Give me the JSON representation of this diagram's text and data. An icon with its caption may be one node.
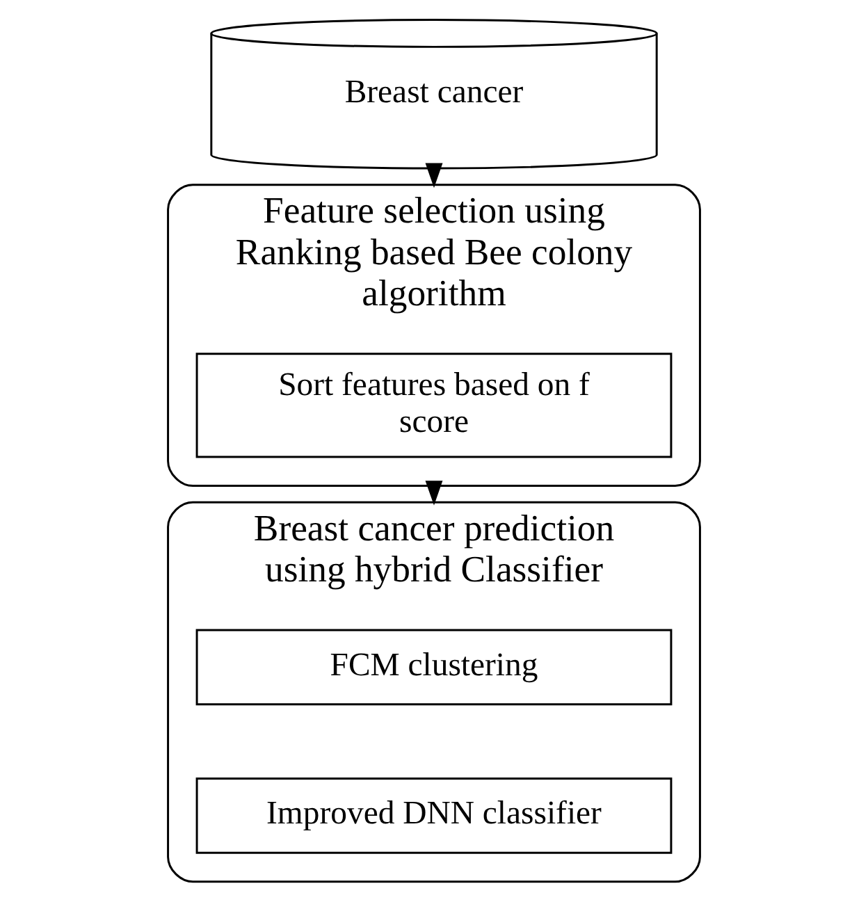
{
  "diagram": {
    "nodes": [
      {
        "text": [
          "Breast cancer"
        ]
      },
      {
        "text": [
          "Feature selection using Ranking based Bee colony algorithm"
        ]
      },
      {
        "text": [
          "Sort features based on f score"
        ],
        "in": 1
      },
      {
        "text": [
          "Breast cancer prediction using hybrid Classifier"
        ]
      },
      {
        "text": [
          "FCM clustering"
        ],
        "in": 3
      },
      {
        "text": [
          "Improved DNN classifier"
        ],
        "in": 3
      }
    ],
    "edges": [
      {
        "from": 0,
        "to": 1,
        "arrow": "to"
      },
      {
        "from": 1,
        "to": 3,
        "arrow": "to"
      }
    ]
  }
}
